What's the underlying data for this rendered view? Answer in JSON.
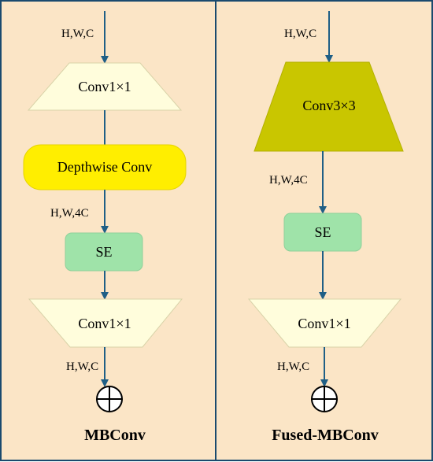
{
  "panels": {
    "mbconv": {
      "title": "MBConv",
      "input_dims": "H,W,C",
      "conv1_label": "Conv1×1",
      "depthwise_label": "Depthwise Conv",
      "mid_dims": "H,W,4C",
      "se_label": "SE",
      "conv2_label": "Conv1×1",
      "out_dims": "H,W,C"
    },
    "fused": {
      "title": "Fused-MBConv",
      "input_dims": "H,W,C",
      "conv3_label": "Conv3×3",
      "mid_dims": "H,W,4C",
      "se_label": "SE",
      "conv2_label": "Conv1×1",
      "out_dims": "H,W,C"
    }
  },
  "colors": {
    "panel_fill": "#fbe5c6",
    "border": "#1a4a6e",
    "arrow": "#1f5f86",
    "conv1x1_fill": "#fffddc",
    "depthwise_fill": "#ffee00",
    "se_fill": "#9fe3a9",
    "conv3x3_fill": "#c9c600"
  }
}
